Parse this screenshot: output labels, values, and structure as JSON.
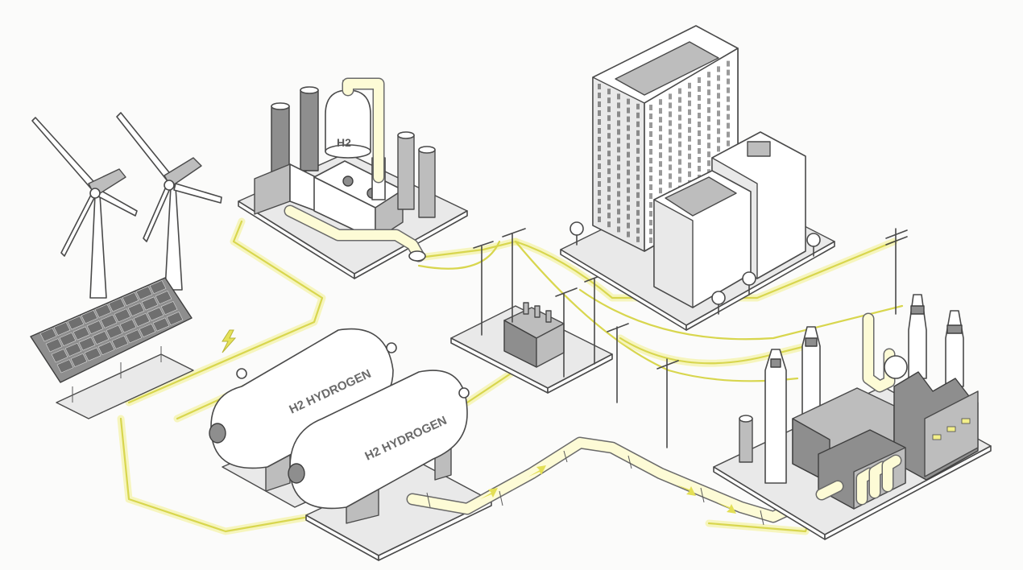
{
  "labels": {
    "electrolyzer_tank": "H2",
    "storage_tank_1": "H2 HYDROGEN",
    "storage_tank_2": "H2 HYDROGEN"
  },
  "icons": [
    "wind-turbine-icon",
    "solar-panel-icon",
    "lightning-bolt-icon",
    "transformer-icon",
    "power-pole-icon",
    "pipeline-arrow-icon"
  ],
  "colors": {
    "energy_line": "#e9e76a",
    "line_glow": "#f6f4a0",
    "outline": "#4a4a4a",
    "background": "#fbfbfa"
  }
}
